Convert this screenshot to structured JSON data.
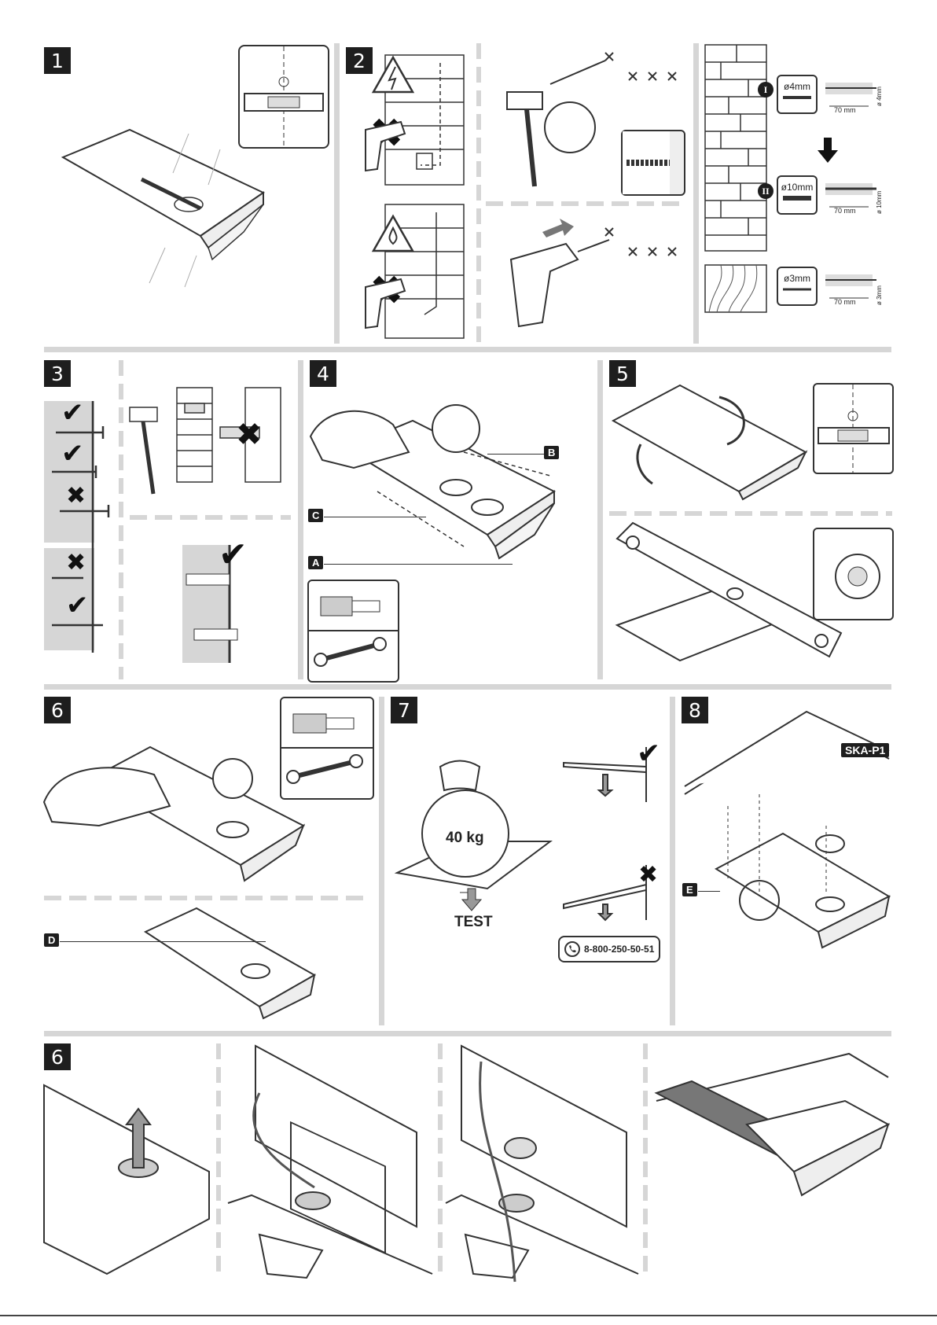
{
  "steps": {
    "s1": "1",
    "s2": "2",
    "s3": "3",
    "s4": "4",
    "s5": "5",
    "s6": "6",
    "s7": "7",
    "s8": "8",
    "s6b": "6"
  },
  "drill": {
    "roman1": "I",
    "roman2": "II",
    "d4": "ø4mm",
    "d10": "ø10mm",
    "d3": "ø3mm",
    "depth": "70 mm",
    "side4": "ø 4mm",
    "side10": "ø 10mm",
    "side3": "ø 3mm"
  },
  "callouts": {
    "A": "A",
    "B": "B",
    "C": "C",
    "D": "D",
    "E": "E"
  },
  "test": {
    "weight": "40 kg",
    "label": "TEST",
    "phone": "8-800-250-50-51"
  },
  "model": "SKA-P1",
  "icons": [
    "warning-electric-icon",
    "warning-water-icon",
    "cross-mark-icon",
    "check-mark-icon",
    "phone-icon",
    "arrow-down-icon"
  ]
}
